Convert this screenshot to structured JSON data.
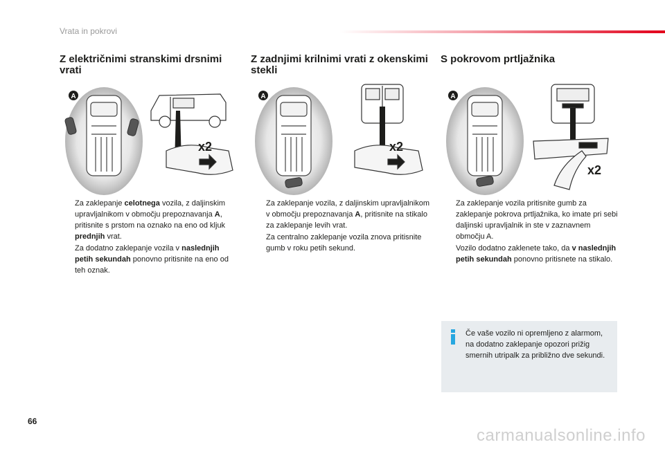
{
  "header": {
    "section_title": "Vrata in pokrovi"
  },
  "columns": [
    {
      "title": "Z električnimi stranskimi drsnimi vrati",
      "figure": {
        "marker": "A",
        "press_count": "x2"
      },
      "bullets": [
        [
          {
            "t": "Za zaklepanje ",
            "b": false
          },
          {
            "t": "celotnega",
            "b": true
          },
          {
            "t": " vozila, z daljinskim upravljalnikom v območju prepoznavanja ",
            "b": false
          },
          {
            "t": "A",
            "b": true
          },
          {
            "t": ", pritisnite s prstom na oznako na eno od kljuk ",
            "b": false
          },
          {
            "t": "prednjih",
            "b": true
          },
          {
            "t": " vrat.",
            "b": false
          }
        ],
        [
          {
            "t": "Za dodatno zaklepanje vozila v ",
            "b": false
          },
          {
            "t": "naslednjih petih sekundah",
            "b": true
          },
          {
            "t": " ponovno pritisnite na eno od teh oznak.",
            "b": false
          }
        ]
      ]
    },
    {
      "title": "Z zadnjimi krilnimi vrati z okenskimi stekli",
      "figure": {
        "marker": "A",
        "press_count": "x2"
      },
      "bullets": [
        [
          {
            "t": "Za zaklepanje vozila, z daljinskim upravljalnikom v območju prepoznavanja ",
            "b": false
          },
          {
            "t": "A",
            "b": true
          },
          {
            "t": ", pritisnite na stikalo za zaklepanje levih vrat.",
            "b": false
          }
        ],
        [
          {
            "t": "Za centralno zaklepanje vozila znova pritisnite gumb v roku petih sekund.",
            "b": false
          }
        ]
      ]
    },
    {
      "title": "S pokrovom prtljažnika",
      "figure": {
        "marker": "A",
        "press_count": "x2"
      },
      "bullets": [
        [
          {
            "t": "Za zaklepanje vozila pritisnite gumb za zaklepanje pokrova prtljažnika, ko imate pri sebi daljinski upravljalnik in ste v zaznavnem območju A.",
            "b": false
          }
        ],
        [
          {
            "t": "Vozilo dodatno zaklenete tako, da ",
            "b": false
          },
          {
            "t": "v naslednjih petih sekundah",
            "b": true
          },
          {
            "t": " ponovno pritisnete na stikalo.",
            "b": false
          }
        ]
      ]
    }
  ],
  "bullet_mark": "",
  "info": {
    "icon": "info-icon",
    "text": "Če vaše vozilo ni opremljeno z alarmom, na dodatno zaklepanje opozori prižig smernih utripalk za približno dve sekundi."
  },
  "page_number": "66",
  "watermark": "carmanualsonline.info",
  "colors": {
    "accent": "#e2001a",
    "info_blue": "#27a7e0",
    "marker": "#1d1d1b"
  }
}
